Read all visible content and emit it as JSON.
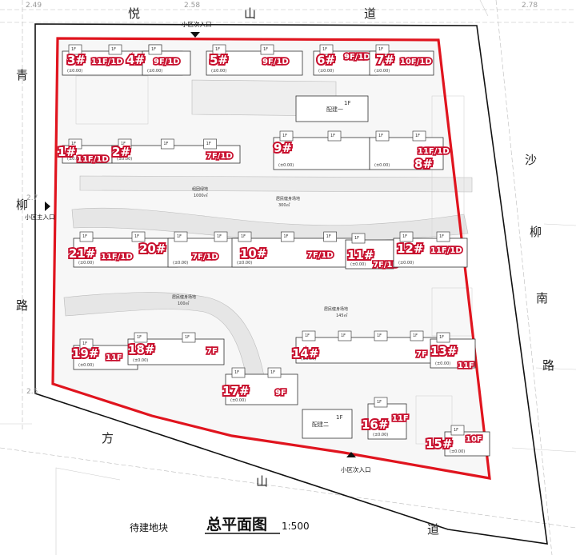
{
  "roads": {
    "yueshan": [
      "悦",
      "山",
      "道"
    ],
    "shaliunan": [
      "沙",
      "柳",
      "南",
      "路"
    ],
    "qingliu": [
      "青",
      "柳",
      "路"
    ],
    "fangshan": [
      "方",
      "山",
      "道"
    ]
  },
  "entrances": {
    "top": "小区次入口",
    "left": "小区主入口",
    "bottom": "小区次入口"
  },
  "grid_marks": [
    "2.49",
    "2.58",
    "2.78",
    "2.7",
    "2.5"
  ],
  "plaza_labels": {
    "central_green": "组团绿地",
    "central_green_area": "1000㎡",
    "fitness1": "居民健身场地",
    "fitness1_area": "300㎡",
    "fitness2": "居民健身场地",
    "fitness2_area": "100㎡",
    "fitness3": "居民健身场地",
    "fitness3_area": "145㎡"
  },
  "annex": {
    "annex1": "配建一",
    "annex1_floor": "1F",
    "annex2": "配建二",
    "annex2_floor": "1F"
  },
  "buildings": [
    {
      "num": "3#",
      "floors": "11F/1D"
    },
    {
      "num": "4#",
      "floors": "9F/1D"
    },
    {
      "num": "5#",
      "floors": "9F/1D"
    },
    {
      "num": "6#",
      "floors": "9F/1D"
    },
    {
      "num": "7#",
      "floors": "10F/1D"
    },
    {
      "num": "1#",
      "floors": "11F/1D"
    },
    {
      "num": "2#",
      "floors": "7F/1D"
    },
    {
      "num": "9#",
      "floors": "7F/1D"
    },
    {
      "num": "8#",
      "floors": "11F/1D"
    },
    {
      "num": "21#",
      "floors": "11F/1D"
    },
    {
      "num": "20#",
      "floors": "7F/1D"
    },
    {
      "num": "10#",
      "floors": "7F/1D"
    },
    {
      "num": "11#",
      "floors": "7F/1D"
    },
    {
      "num": "12#",
      "floors": "11F/1D"
    },
    {
      "num": "19#",
      "floors": "11F"
    },
    {
      "num": "18#",
      "floors": "7F"
    },
    {
      "num": "14#",
      "floors": "7F"
    },
    {
      "num": "13#",
      "floors": "11F"
    },
    {
      "num": "17#",
      "floors": "9F"
    },
    {
      "num": "16#",
      "floors": "11F"
    },
    {
      "num": "15#",
      "floors": "10F"
    }
  ],
  "floor_marks": {
    "one_f": "1F",
    "elev": "(±0.00)"
  },
  "footer": {
    "plot_label": "待建地块",
    "title": "总平面图",
    "scale": "1:500"
  }
}
